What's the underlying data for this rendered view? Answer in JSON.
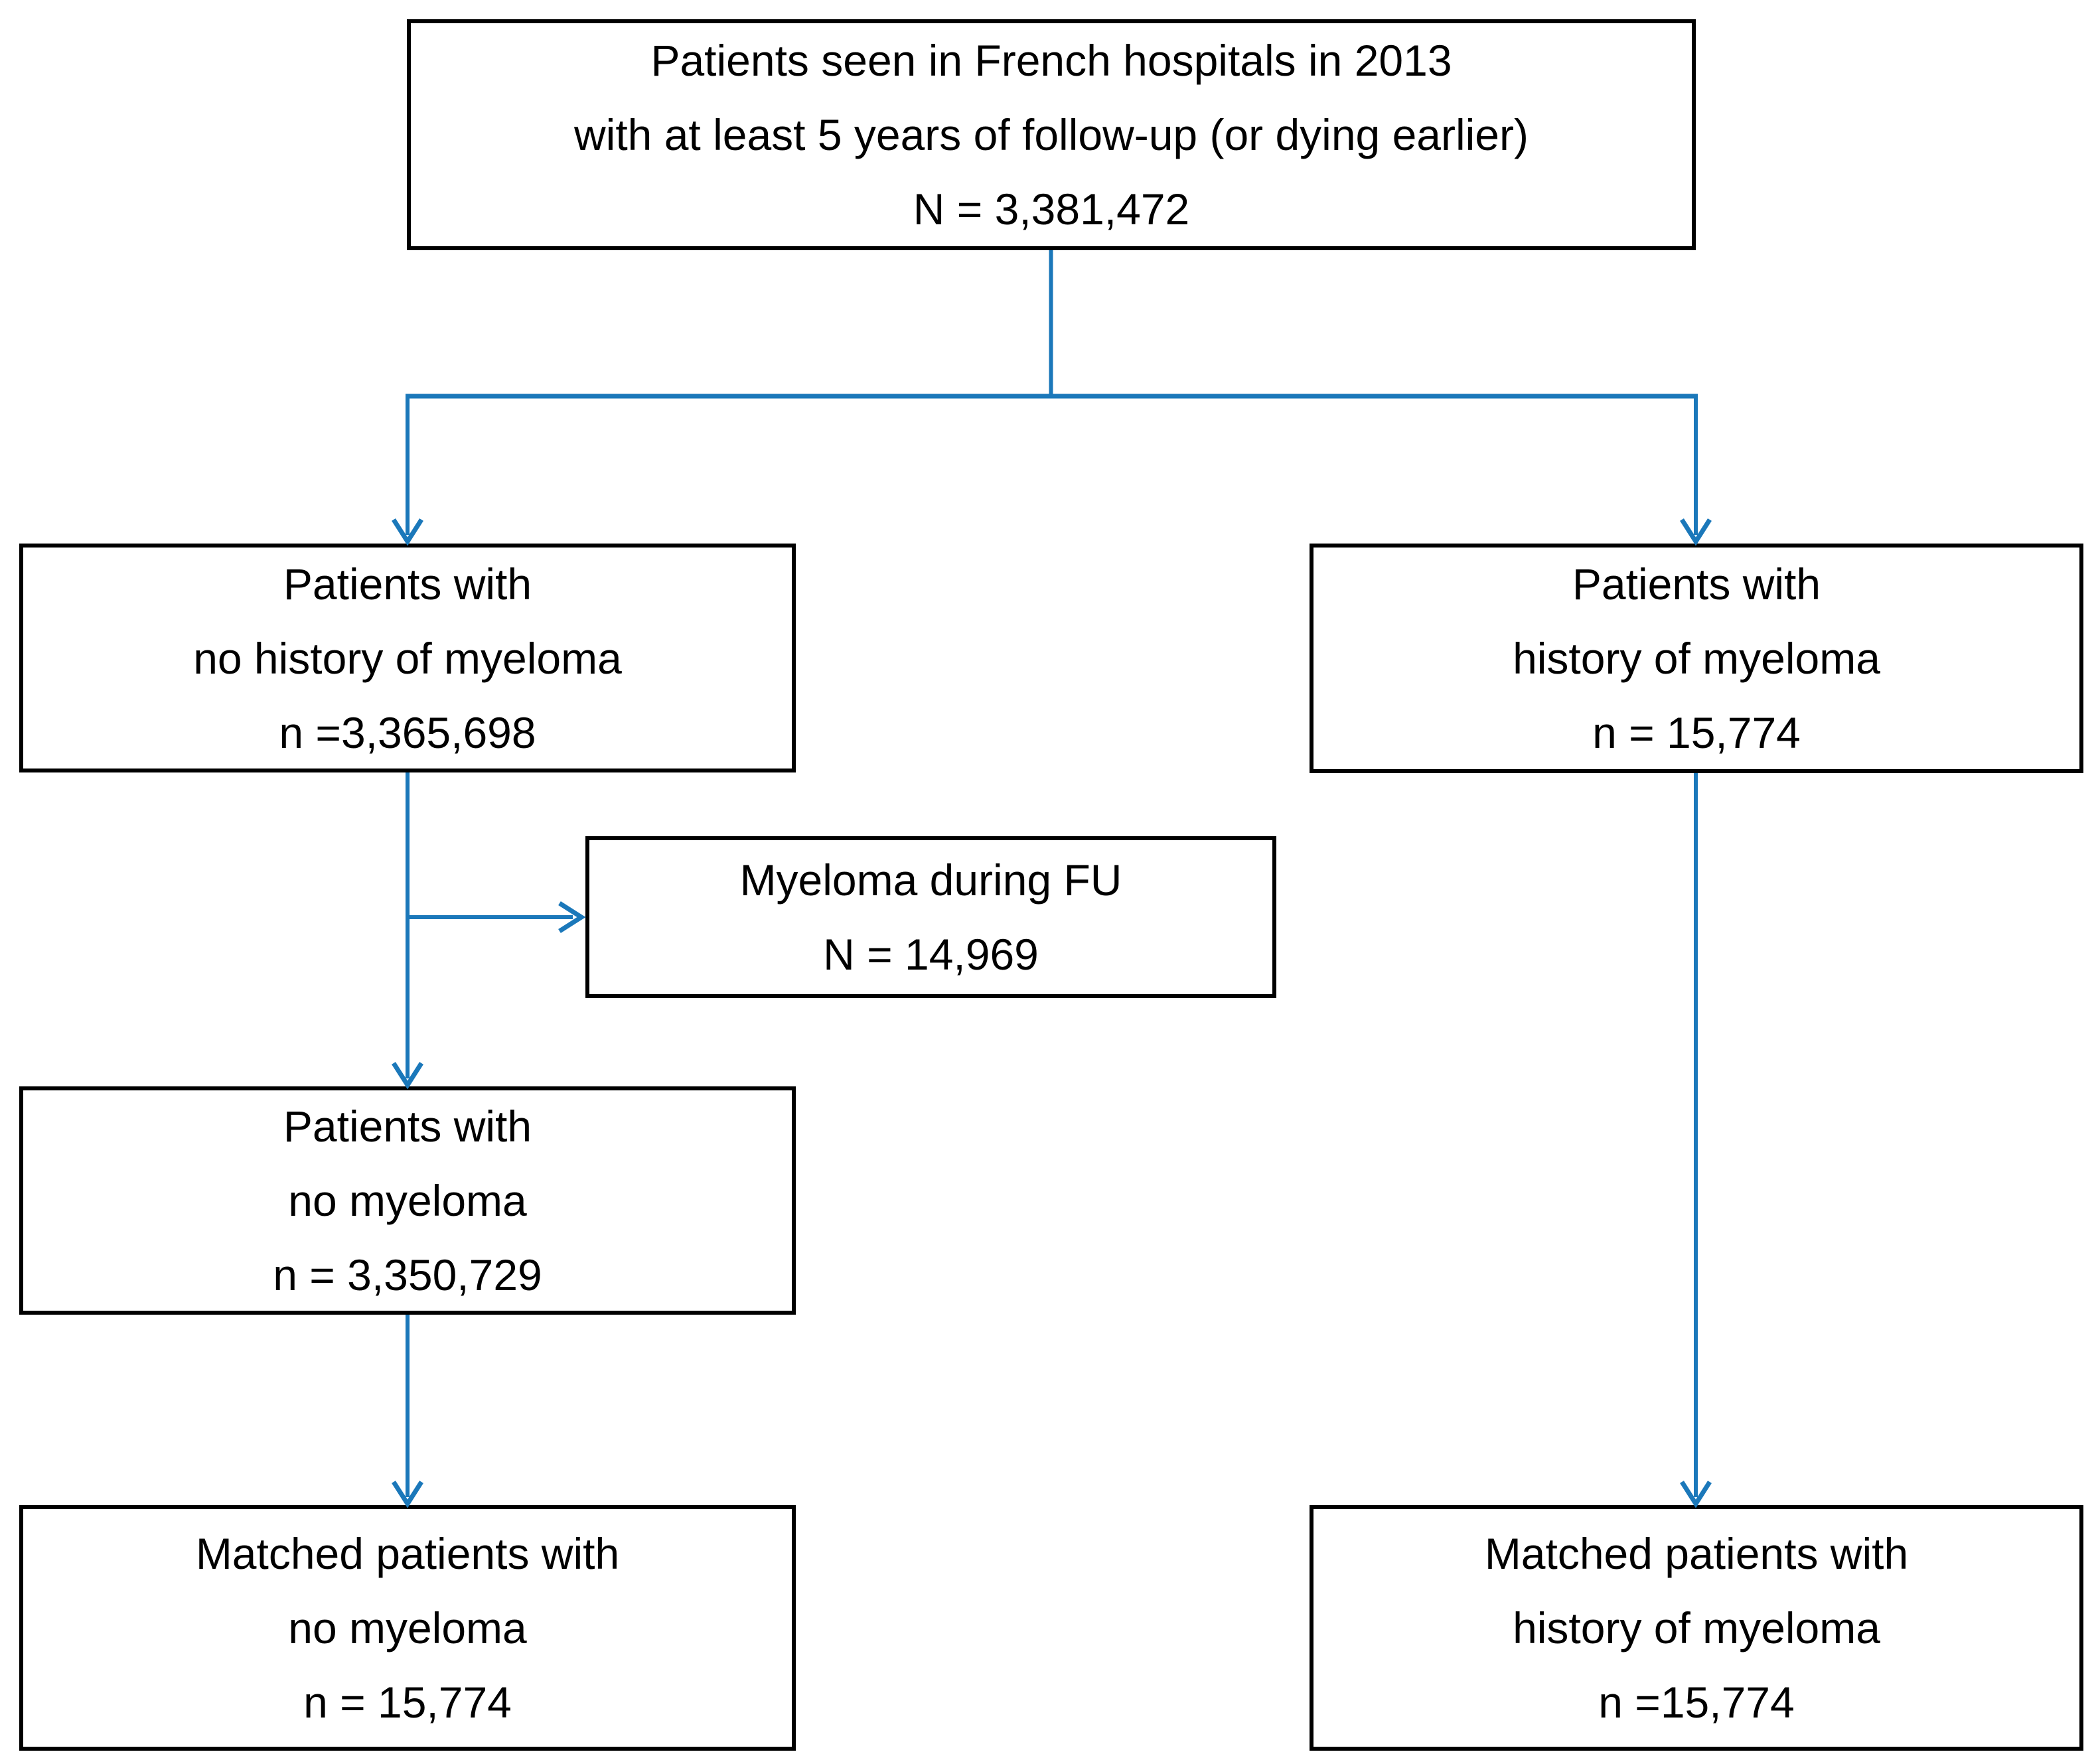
{
  "diagram": {
    "type": "flowchart",
    "accent_color": "#1b78ba",
    "box_border_color": "#000000",
    "text_color": "#000000",
    "background_color": "#ffffff",
    "nodes": {
      "source": {
        "lines": [
          "Patients seen in French hospitals in 2013",
          "with at least 5 years of follow-up (or dying earlier)",
          "N = 3,381,472"
        ]
      },
      "no_history": {
        "lines": [
          "Patients with",
          "no history of myeloma",
          "n =3,365,698"
        ]
      },
      "history": {
        "lines": [
          "Patients with",
          "history of myeloma",
          "n = 15,774"
        ]
      },
      "myeloma_fu": {
        "lines": [
          "Myeloma during FU",
          "N = 14,969"
        ]
      },
      "no_myeloma": {
        "lines": [
          "Patients with",
          "no myeloma",
          "n = 3,350,729"
        ]
      },
      "matched_no_myeloma": {
        "lines": [
          "Matched patients with",
          "no myeloma",
          "n = 15,774"
        ]
      },
      "matched_history": {
        "lines": [
          "Matched patients with",
          "history of myeloma",
          "n =15,774"
        ]
      }
    },
    "edges": [
      {
        "from": "source",
        "to": "no_history"
      },
      {
        "from": "source",
        "to": "history"
      },
      {
        "from": "no_history",
        "to": "myeloma_fu"
      },
      {
        "from": "no_history",
        "to": "no_myeloma"
      },
      {
        "from": "no_myeloma",
        "to": "matched_no_myeloma"
      },
      {
        "from": "history",
        "to": "matched_history"
      }
    ]
  }
}
